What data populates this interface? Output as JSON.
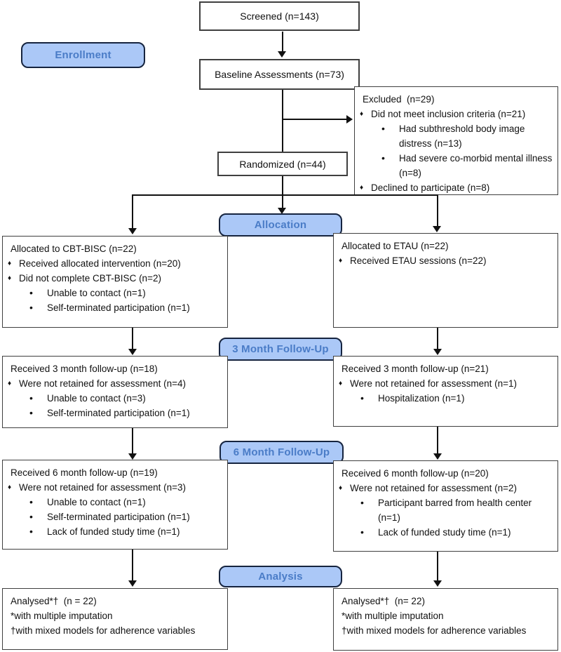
{
  "colors": {
    "stage_fill": "#abc8f7",
    "stage_text": "#4a7cc7",
    "stage_border": "#16243f",
    "box_border": "#3f3f3f",
    "line": "#111111"
  },
  "markers": {
    "diamond": "♦",
    "bullet": "•"
  },
  "stages": {
    "enrollment": "Enrollment",
    "allocation": "Allocation",
    "followup3": "3 Month Follow-Up",
    "followup6": "6 Month Follow-Up",
    "analysis": "Analysis"
  },
  "top": {
    "screened": "Screened (n=143)",
    "baseline": "Baseline Assessments (n=73)",
    "randomized": "Randomized (n=44)"
  },
  "excluded": {
    "lines": [
      {
        "style": "plain",
        "text": "Excluded  (n=29)"
      },
      {
        "style": "diamond",
        "text": "Did not meet inclusion criteria (n=21)"
      },
      {
        "style": "bullet",
        "text": "Had subthreshold body image distress (n=13)"
      },
      {
        "style": "bullet",
        "text": "Had severe co-morbid mental illness (n=8)"
      },
      {
        "style": "diamond",
        "text": "Declined to participate (n=8)"
      }
    ]
  },
  "allocation_left": {
    "lines": [
      {
        "style": "plain",
        "text": "Allocated to CBT-BISC (n=22)"
      },
      {
        "style": "diamond",
        "text": "Received allocated intervention (n=20)"
      },
      {
        "style": "diamond",
        "text": "Did not complete CBT-BISC (n=2)"
      },
      {
        "style": "bullet",
        "text": "Unable to contact (n=1)"
      },
      {
        "style": "bullet",
        "text": "Self-terminated participation (n=1)"
      }
    ]
  },
  "allocation_right": {
    "lines": [
      {
        "style": "plain",
        "text": "Allocated to ETAU (n=22)"
      },
      {
        "style": "diamond",
        "text": "Received ETAU sessions (n=22)"
      }
    ]
  },
  "followup3_left": {
    "lines": [
      {
        "style": "plain",
        "text": "Received 3 month follow-up (n=18)"
      },
      {
        "style": "diamond",
        "text": "Were not retained for assessment (n=4)"
      },
      {
        "style": "bullet",
        "text": "Unable to contact (n=3)"
      },
      {
        "style": "bullet",
        "text": "Self-terminated participation (n=1)"
      }
    ]
  },
  "followup3_right": {
    "lines": [
      {
        "style": "plain",
        "text": "Received 3 month follow-up (n=21)"
      },
      {
        "style": "diamond",
        "text": "Were not retained for assessment (n=1)"
      },
      {
        "style": "bullet",
        "text": "Hospitalization (n=1)"
      }
    ]
  },
  "followup6_left": {
    "lines": [
      {
        "style": "plain",
        "text": "Received 6 month follow-up (n=19)"
      },
      {
        "style": "diamond",
        "text": "Were not retained for assessment (n=3)"
      },
      {
        "style": "bullet",
        "text": "Unable to contact (n=1)"
      },
      {
        "style": "bullet",
        "text": "Self-terminated participation (n=1)"
      },
      {
        "style": "bullet",
        "text": "Lack of funded study time (n=1)"
      }
    ]
  },
  "followup6_right": {
    "lines": [
      {
        "style": "plain",
        "text": "Received 6 month follow-up (n=20)"
      },
      {
        "style": "diamond",
        "text": "Were not retained for assessment (n=2)"
      },
      {
        "style": "bullet",
        "text": "Participant barred from health center (n=1)"
      },
      {
        "style": "bullet",
        "text": "Lack of funded study time (n=1)"
      }
    ]
  },
  "analysis_left": {
    "lines": [
      {
        "style": "plain",
        "text": "Analysed*†  (n = 22)"
      },
      {
        "style": "plain",
        "text": "*with multiple imputation"
      },
      {
        "style": "plain",
        "text": "†with mixed models for adherence variables"
      }
    ]
  },
  "analysis_right": {
    "lines": [
      {
        "style": "plain",
        "text": "Analysed*†  (n= 22)"
      },
      {
        "style": "plain",
        "text": "*with multiple imputation"
      },
      {
        "style": "plain",
        "text": "†with mixed models for adherence variables"
      }
    ]
  }
}
